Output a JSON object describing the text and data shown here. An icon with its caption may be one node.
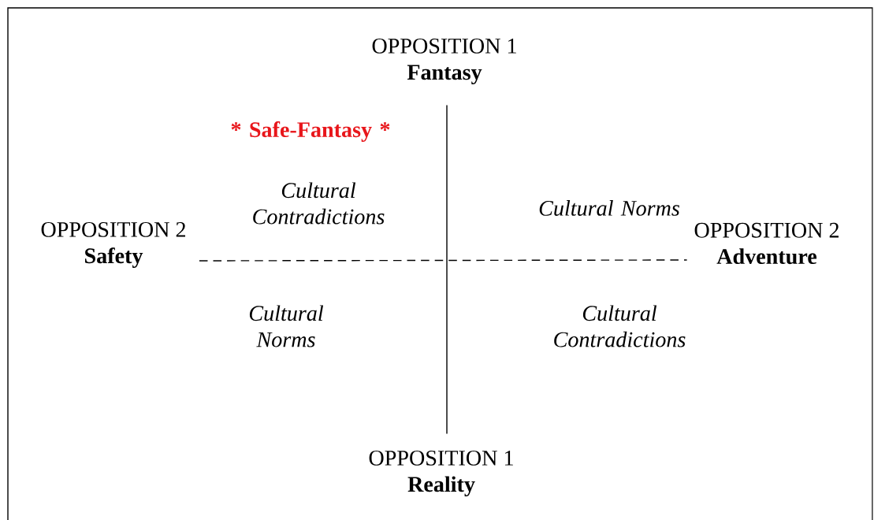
{
  "diagram": {
    "nodes": [
      {
        "text": [
          "OPPOSITION 1",
          "Fantasy"
        ]
      },
      {
        "text": [
          "OPPOSITION 1",
          "Reality"
        ]
      },
      {
        "text": [
          "OPPOSITION 2",
          "Safety"
        ]
      },
      {
        "text": [
          "OPPOSITION 2",
          "Adventure"
        ]
      }
    ],
    "edges": [
      {
        "from": 0,
        "to": 1,
        "arrow": "none"
      },
      {
        "from": 2,
        "to": 3,
        "arrow": "none",
        "style": "dashed"
      }
    ],
    "labels": [
      "* Safe-Fantasy *",
      "Cultural Contradictions",
      "Cultural Norms",
      "Cultural Norms",
      "Cultural Contradictions"
    ]
  }
}
